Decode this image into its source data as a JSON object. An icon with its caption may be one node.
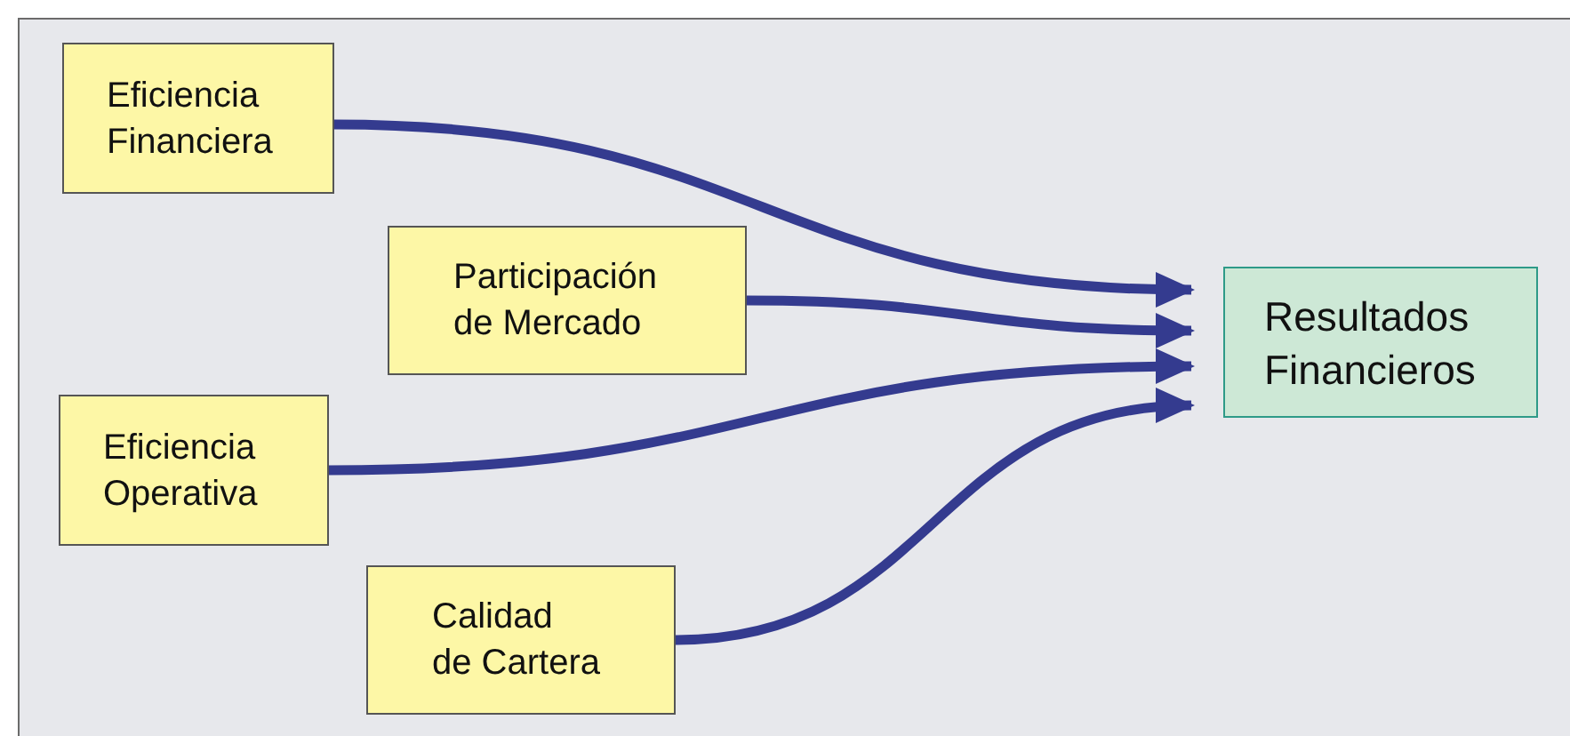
{
  "diagram": {
    "nodes": [
      {
        "text": [
          "Eficiencia Financiera"
        ]
      },
      {
        "text": [
          "Participación de Mercado"
        ]
      },
      {
        "text": [
          "Eficiencia Operativa"
        ]
      },
      {
        "text": [
          "Calidad de Cartera"
        ]
      },
      {
        "text": [
          "Resultados Financieros"
        ]
      }
    ],
    "edges": [
      {
        "from": 0,
        "to": 4,
        "arrow": "to"
      },
      {
        "from": 1,
        "to": 4,
        "arrow": "to"
      },
      {
        "from": 2,
        "to": 4,
        "arrow": "to"
      },
      {
        "from": 3,
        "to": 4,
        "arrow": "to"
      }
    ]
  }
}
